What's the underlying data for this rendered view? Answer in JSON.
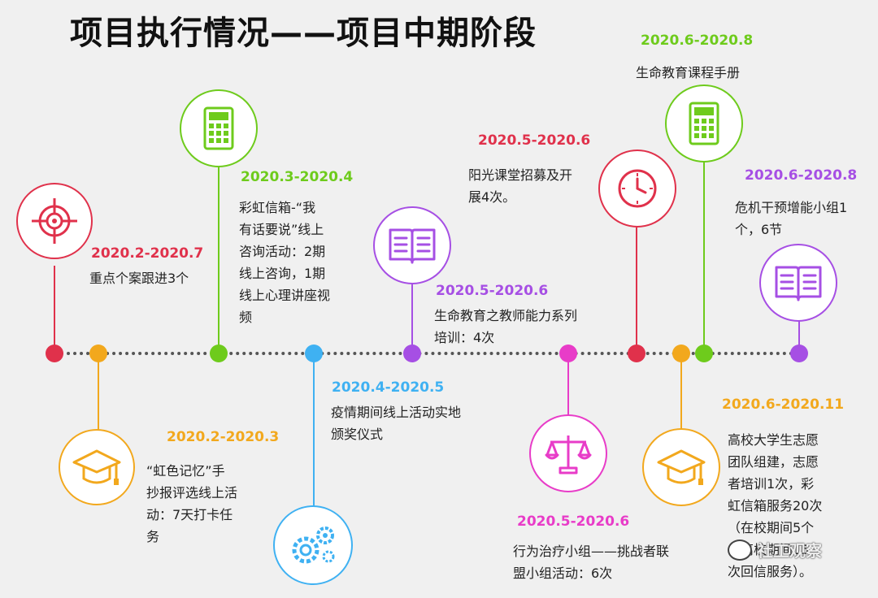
{
  "title": "项目执行情况——项目中期阶段",
  "watermark": "社工观察",
  "colors": {
    "red": "#e0314b",
    "orange": "#f2a81d",
    "green": "#6ecb1c",
    "blue": "#3fb1f2",
    "purple": "#a64fe4",
    "magenta": "#e83cc8",
    "line": "#555555"
  },
  "events": [
    {
      "date": "2020.2-2020.7",
      "desc": "重点个案跟进3个",
      "icon": "target-icon"
    },
    {
      "date": "2020.2-2020.3",
      "desc": "“虹色记忆”手\n抄报评选线上活\n动：7天打卡任\n务",
      "icon": "graduation-cap-icon"
    },
    {
      "date": "2020.3-2020.4",
      "desc": "彩虹信箱-“我\n有话要说”线上\n咨询活动：2期\n线上咨询，1期\n线上心理讲座视\n频",
      "icon": "calculator-icon"
    },
    {
      "date": "2020.4-2020.5",
      "desc": "疫情期间线上活动实地\n颁奖仪式",
      "icon": "gears-icon"
    },
    {
      "date": "2020.5-2020.6",
      "desc": "生命教育之教师能力系列\n培训：4次",
      "icon": "book-icon"
    },
    {
      "date": "2020.5-2020.6",
      "desc": "行为治疗小组——挑战者联\n盟小组活动：6次",
      "icon": "scales-icon"
    },
    {
      "date": "2020.5-2020.6",
      "desc": "阳光课堂招募及开\n展4次。",
      "icon": "clock-icon"
    },
    {
      "date": "2020.6-2020.11",
      "desc": "高校大学生志愿\n团队组建，志愿\n者培训1次，彩\n虹信箱服务20次\n（在校期间5个\n，离校期间15\n次回信服务）。",
      "icon": "graduation-cap-icon"
    },
    {
      "date": "2020.6-2020.8",
      "desc": "生命教育课程手册",
      "icon": "calculator-icon"
    },
    {
      "date": "2020.6-2020.8",
      "desc": "危机干预增能小组1\n个，6节",
      "icon": "book-icon"
    }
  ]
}
